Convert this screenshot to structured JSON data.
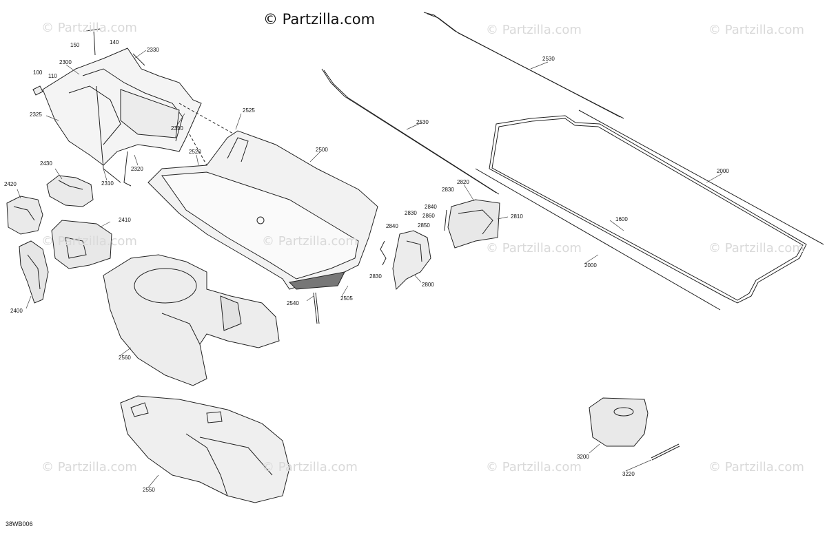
{
  "brand": "© Partzilla.com",
  "watermark": "© Partzilla.com",
  "diagram_code": "38WB006",
  "callouts": [
    {
      "key": "c150",
      "text": "150"
    },
    {
      "key": "c140",
      "text": "140"
    },
    {
      "key": "c2330",
      "text": "2330"
    },
    {
      "key": "c2300",
      "text": "2300"
    },
    {
      "key": "c100",
      "text": "100"
    },
    {
      "key": "c110",
      "text": "110"
    },
    {
      "key": "c2325",
      "text": "2325"
    },
    {
      "key": "c2310a",
      "text": "2310"
    },
    {
      "key": "c2310b",
      "text": "2310"
    },
    {
      "key": "c2320",
      "text": "2320"
    },
    {
      "key": "c2525",
      "text": "2525"
    },
    {
      "key": "c2520",
      "text": "2520"
    },
    {
      "key": "c2500",
      "text": "2500"
    },
    {
      "key": "c2430",
      "text": "2430"
    },
    {
      "key": "c2420",
      "text": "2420"
    },
    {
      "key": "c2410",
      "text": "2410"
    },
    {
      "key": "c2400",
      "text": "2400"
    },
    {
      "key": "c2560",
      "text": "2560"
    },
    {
      "key": "c2550",
      "text": "2550"
    },
    {
      "key": "c2540",
      "text": "2540"
    },
    {
      "key": "c2505",
      "text": "2505"
    },
    {
      "key": "c2530a",
      "text": "2530"
    },
    {
      "key": "c2530b",
      "text": "2530"
    },
    {
      "key": "c2000a",
      "text": "2000"
    },
    {
      "key": "c2000b",
      "text": "2000"
    },
    {
      "key": "c1600",
      "text": "1600"
    },
    {
      "key": "c2820",
      "text": "2820"
    },
    {
      "key": "c2830a",
      "text": "2830"
    },
    {
      "key": "c2830b",
      "text": "2830"
    },
    {
      "key": "c2830c",
      "text": "2830"
    },
    {
      "key": "c2840a",
      "text": "2840"
    },
    {
      "key": "c2840b",
      "text": "2840"
    },
    {
      "key": "c2860",
      "text": "2860"
    },
    {
      "key": "c2850",
      "text": "2850"
    },
    {
      "key": "c2810",
      "text": "2810"
    },
    {
      "key": "c2800",
      "text": "2800"
    },
    {
      "key": "c3200",
      "text": "3200"
    },
    {
      "key": "c3220",
      "text": "3220"
    }
  ]
}
